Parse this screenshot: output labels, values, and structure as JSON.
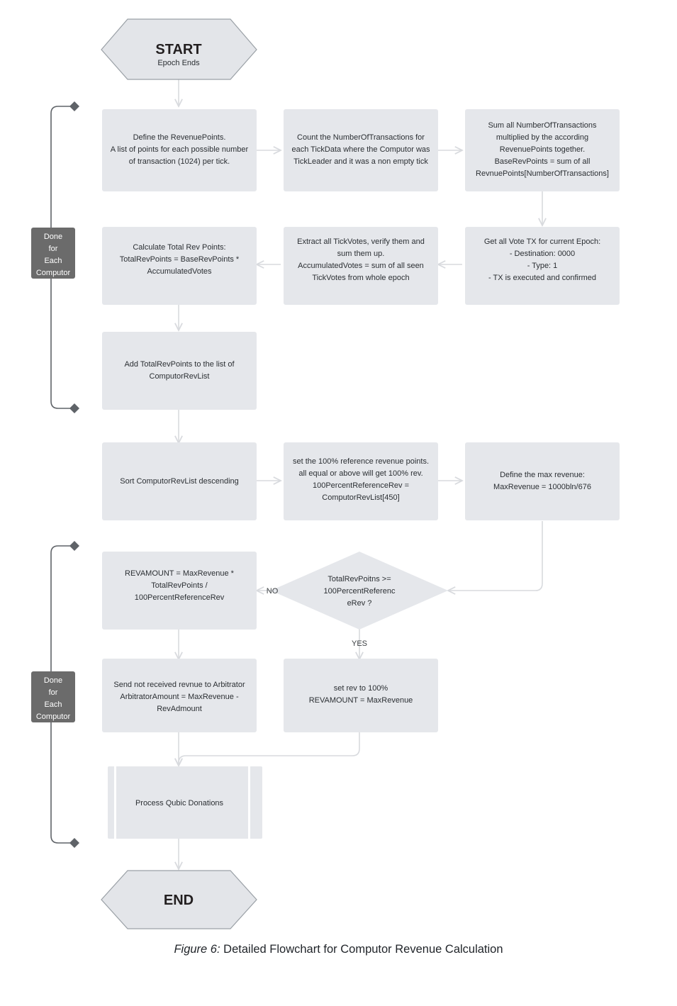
{
  "figure": {
    "label": "Figure 6:",
    "title": "Detailed Flowchart for Computor Revenue Calculation"
  },
  "colors": {
    "node_fill": "#e5e7eb",
    "terminator_fill": "#e3e5e9",
    "terminator_stroke": "#9aa0a6",
    "connector": "#d8dade",
    "loop_connector": "#5f6368",
    "loop_badge_fill": "#6b6b6b",
    "text": "#2b2f33",
    "caption_text": "#1f2328",
    "page_background": "#ffffff"
  },
  "nodes": {
    "start": {
      "shape": "hexagon",
      "title": "START",
      "subtitle": "Epoch Ends"
    },
    "end": {
      "shape": "hexagon",
      "title": "END"
    },
    "define_revenue_points": {
      "shape": "process",
      "lines": [
        "Define the RevenuePoints.",
        "A list of points for each possible number",
        "of transaction (1024) per tick."
      ]
    },
    "count_transactions": {
      "shape": "process",
      "lines": [
        "Count the NumberOfTransactions for",
        "each TickData where the Computor was",
        "TickLeader and it was a non empty tick"
      ]
    },
    "sum_transactions": {
      "shape": "process",
      "lines": [
        "Sum all NumberOfTransactions",
        "multiplied by the according",
        "RevenuePoints together.",
        "BaseRevPoints = sum of all",
        "RevnuePoints[NumberOfTransactions]"
      ]
    },
    "get_vote_tx": {
      "shape": "process",
      "lines": [
        "Get all Vote TX for current Epoch:",
        "- Destination: 0000",
        "- Type: 1",
        "- TX is executed and confirmed"
      ]
    },
    "extract_tickvotes": {
      "shape": "process",
      "lines": [
        "Extract all TickVotes, verify them and",
        "sum them up.",
        "AccumulatedVotes = sum of all seen",
        "TickVotes from whole epoch"
      ]
    },
    "calculate_total_rev": {
      "shape": "process",
      "lines": [
        "Calculate Total Rev Points:",
        "TotalRevPoints = BaseRevPoints *",
        "AccumulatedVotes"
      ]
    },
    "add_to_list": {
      "shape": "process",
      "lines": [
        "Add TotalRevPoints to the list of",
        "ComputorRevList"
      ]
    },
    "sort_list": {
      "shape": "process",
      "lines": [
        "Sort ComputorRevList descending"
      ]
    },
    "set_reference": {
      "shape": "process",
      "lines": [
        "set the 100% reference revenue points.",
        "all equal or above will get 100% rev.",
        "100PercentReferenceRev =",
        "ComputorRevList[450]"
      ]
    },
    "define_max_revenue": {
      "shape": "process",
      "lines": [
        "Define the max revenue:",
        "MaxRevenue = 1000bln/676"
      ]
    },
    "decision": {
      "shape": "diamond",
      "lines": [
        "TotalRevPoitns >=",
        "100PercentReferenc",
        "eRev ?"
      ]
    },
    "revamount_prorata": {
      "shape": "process",
      "lines": [
        "REVAMOUNT = MaxRevenue *",
        "TotalRevPoints /",
        "100PercentReferenceRev"
      ]
    },
    "set_rev_full": {
      "shape": "process",
      "lines": [
        "set rev to 100%",
        "REVAMOUNT = MaxRevenue"
      ]
    },
    "send_arbitrator": {
      "shape": "process",
      "lines": [
        "Send not received revnue to Arbitrator",
        "ArbitratorAmount = MaxRevenue -",
        "RevAdmount"
      ]
    },
    "process_donations": {
      "shape": "predefined-process",
      "lines": [
        "Process Qubic Donations"
      ]
    }
  },
  "edge_labels": {
    "no": "NO",
    "yes": "YES"
  },
  "loop_badges": {
    "upper": [
      "Done",
      "for",
      "Each",
      "Computor"
    ],
    "lower": [
      "Done",
      "for",
      "Each",
      "Computor"
    ]
  }
}
